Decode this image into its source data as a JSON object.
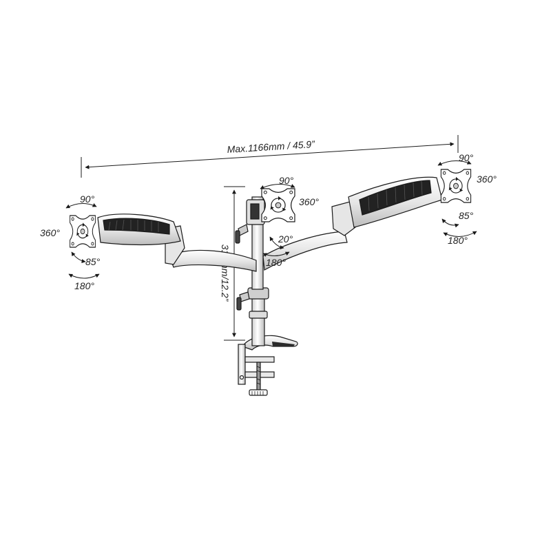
{
  "dimensions": {
    "width_label": "Max.1166mm / 45.9”",
    "height_label": "310mm/12.2”"
  },
  "left_head": {
    "tilt_label": "90°",
    "rotate_label": "360°",
    "swivel_label": "85°",
    "pan_label": "180°"
  },
  "center_head": {
    "tilt_label": "90°",
    "rotate_label": "360°",
    "arm_angle_label": "20°",
    "arm_swing_label": "180°"
  },
  "right_head": {
    "tilt_label": "90°",
    "rotate_label": "360°",
    "swivel_label": "85°",
    "pan_label": "180°"
  },
  "colors": {
    "line": "#1a1a1a",
    "metal_light": "#f2f2f2",
    "metal_mid": "#d9d9d9",
    "metal_dark": "#555555",
    "accent_dark": "#222222"
  }
}
